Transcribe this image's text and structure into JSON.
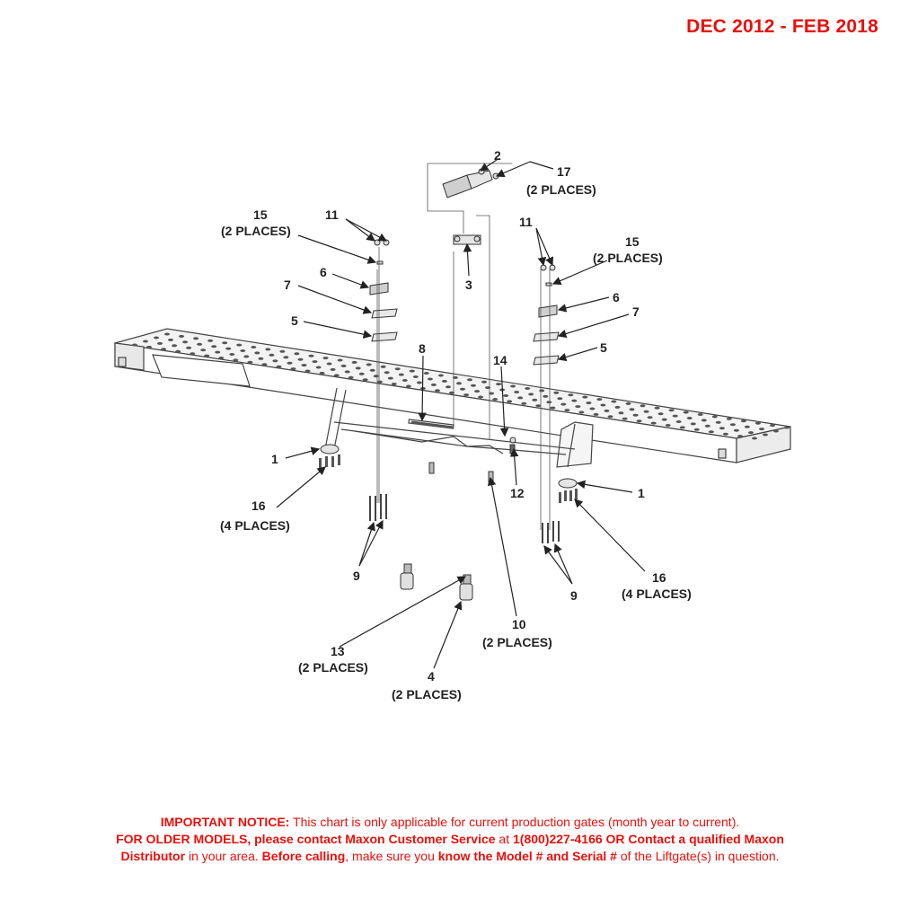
{
  "header": {
    "date_range": "DEC 2012 - FEB 2018"
  },
  "callouts": {
    "c1_left": "1",
    "c1_right": "1",
    "c2": "2",
    "c3": "3",
    "c4": "4",
    "c4_qty": "(2 PLACES)",
    "c5_left": "5",
    "c5_right": "5",
    "c6_left": "6",
    "c6_right": "6",
    "c7_left": "7",
    "c7_right": "7",
    "c8": "8",
    "c9_left": "9",
    "c9_right": "9",
    "c10": "10",
    "c10_qty": "(2 PLACES)",
    "c11_left": "11",
    "c11_right": "11",
    "c12": "12",
    "c13": "13",
    "c13_qty": "(2 PLACES)",
    "c14": "14",
    "c15_left": "15",
    "c15_left_qty": "(2 PLACES)",
    "c15_right": "15",
    "c15_right_qty": "(2 PLACES)",
    "c16_left": "16",
    "c16_left_qty": "(4 PLACES)",
    "c16_right": "16",
    "c16_right_qty": "(4 PLACES)",
    "c17": "17",
    "c17_qty": "(2 PLACES)"
  },
  "notice": {
    "l1_bold": "IMPORTANT NOTICE:",
    "l1_rest": " This chart is only applicable for current production gates (month year to current).",
    "l2_bold1": "FOR OLDER MODELS, please contact Maxon Customer Service",
    "l2_mid": " at ",
    "l2_bold2": "1(800)227-4166 OR Contact a qualified Maxon",
    "l3_bold1": "Distributor",
    "l3_mid1": " in your area. ",
    "l3_bold2": "Before calling",
    "l3_mid2": ", make sure you ",
    "l3_bold3": "know the Model # and Serial #",
    "l3_rest": " of the Liftgate(s) in question."
  }
}
